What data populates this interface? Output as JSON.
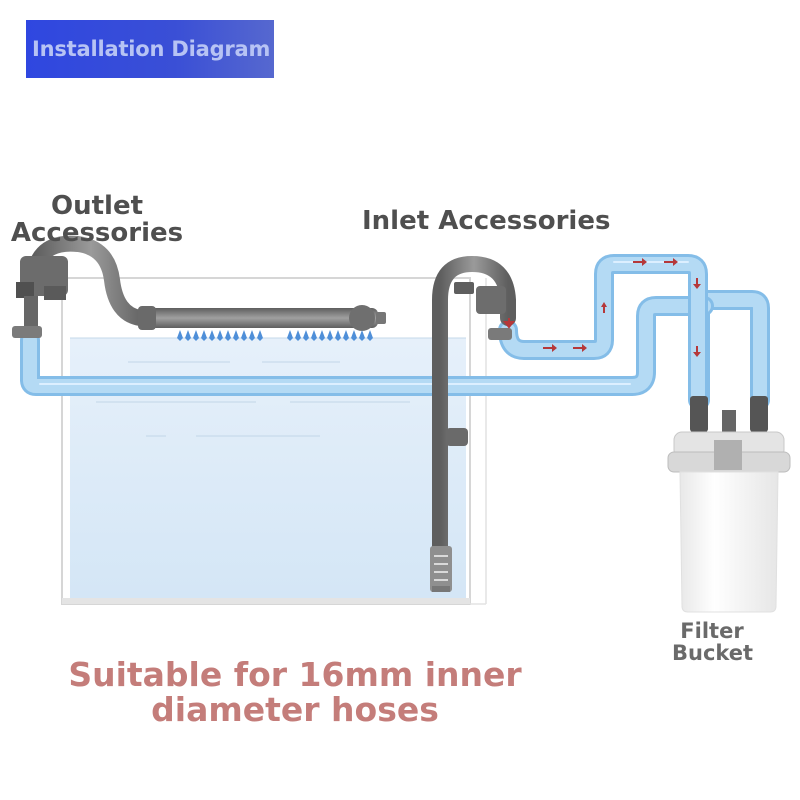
{
  "title": "Installation Diagram",
  "labels": {
    "outlet_line1": "Outlet",
    "outlet_line2": "Accessories",
    "inlet": "Inlet Accessories",
    "bucket_line1": "Filter",
    "bucket_line2": "Bucket"
  },
  "note": {
    "line1": "Suitable for 16mm inner",
    "line2": "diameter hoses"
  },
  "colors": {
    "banner": "#3a4fd6",
    "banner_text": "#b7c3f4",
    "label_text": "#4f4f4f",
    "note_text": "#c47d7a",
    "hose": "#a9d3f2",
    "hose_edge": "#84bde8",
    "water": "#ddebf8",
    "pipe": "#7a7a7a",
    "flow_arrow": "#b5383a",
    "spray": "#4f8fd8"
  },
  "icons": [
    "flow-arrow-icon",
    "water-spray-icon"
  ]
}
